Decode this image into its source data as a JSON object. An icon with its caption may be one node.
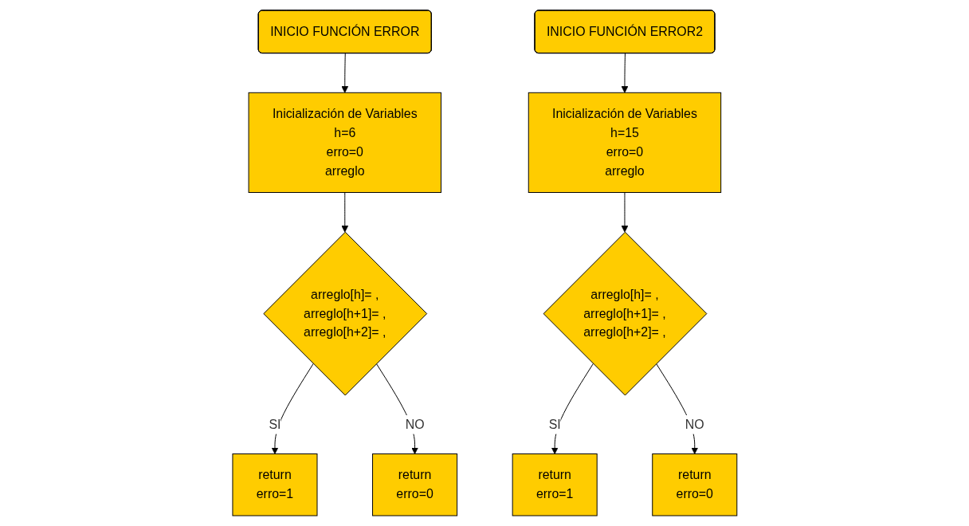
{
  "diagram": {
    "nodes": [
      {
        "text": [
          "INICIO FUNCIÓN ERROR"
        ]
      },
      {
        "text": [
          "Inicialización de Variables",
          "h=6",
          "erro=0",
          "arreglo"
        ]
      },
      {
        "text": [
          "arreglo[h]= ,",
          "arreglo[h+1]= ,",
          "arreglo[h+2]= ,"
        ]
      },
      {
        "text": [
          "return",
          "erro=1"
        ]
      },
      {
        "text": [
          "return",
          "erro=0"
        ]
      },
      {
        "text": [
          "INICIO FUNCIÓN ERROR2"
        ]
      },
      {
        "text": [
          "Inicialización de Variables",
          "h=15",
          "erro=0",
          "arreglo"
        ]
      },
      {
        "text": [
          "arreglo[h]= ,",
          "arreglo[h+1]= ,",
          "arreglo[h+2]= ,"
        ]
      },
      {
        "text": [
          "return",
          "erro=1"
        ]
      },
      {
        "text": [
          "return",
          "erro=0"
        ]
      }
    ],
    "edges": [
      {
        "from": 0,
        "to": 1,
        "arrow": "to"
      },
      {
        "from": 1,
        "to": 2,
        "arrow": "to"
      },
      {
        "from": 2,
        "to": 3,
        "label": "SI",
        "arrow": "to"
      },
      {
        "from": 2,
        "to": 4,
        "label": "NO",
        "arrow": "to"
      },
      {
        "from": 5,
        "to": 6,
        "arrow": "to"
      },
      {
        "from": 6,
        "to": 7,
        "arrow": "to"
      },
      {
        "from": 7,
        "to": 8,
        "label": "SI",
        "arrow": "to"
      },
      {
        "from": 7,
        "to": 9,
        "label": "NO",
        "arrow": "to"
      }
    ]
  }
}
